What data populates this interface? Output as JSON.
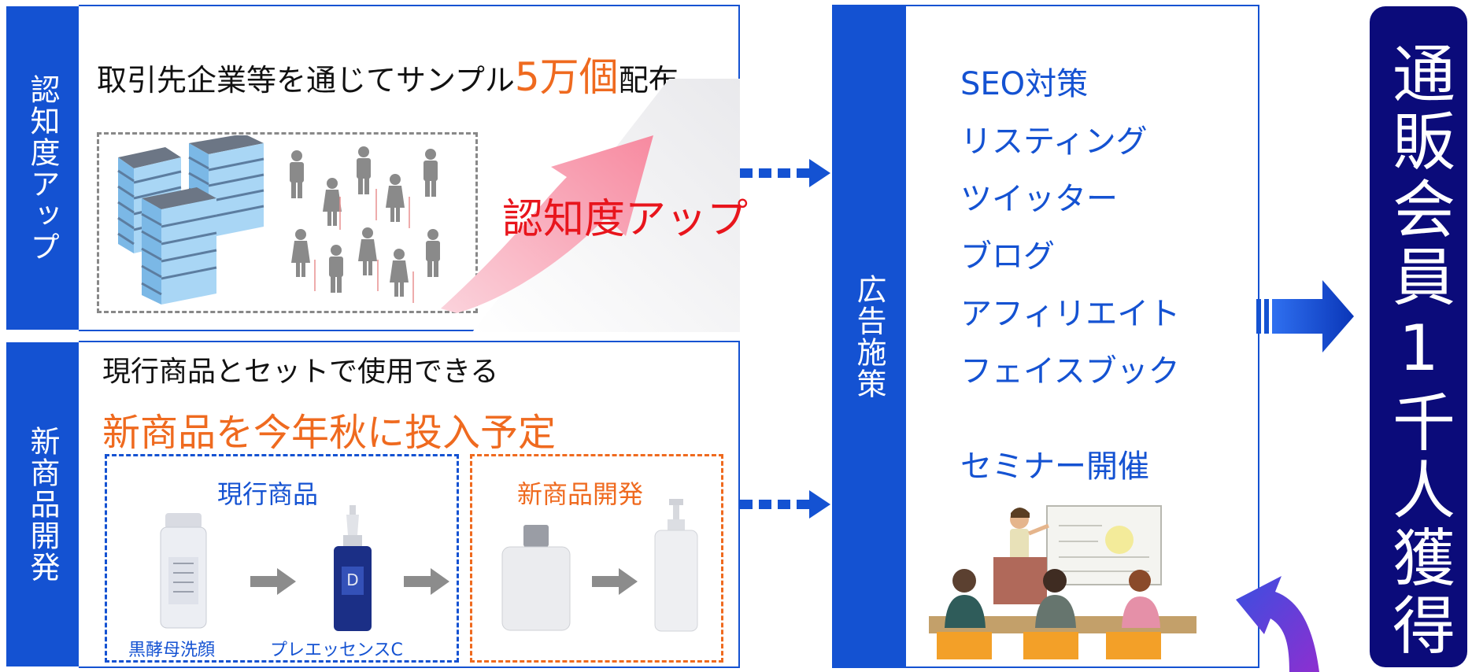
{
  "awareness": {
    "side_label": "認知度アップ",
    "headline_pre": "取引先企業等を通じてサンプル",
    "headline_num": "5万個",
    "headline_post": "配布",
    "arrow_text": "認知度アップ"
  },
  "new_product": {
    "side_label": "新商品開発",
    "line1": "現行商品とセットで使用できる",
    "line2": "新商品を今年秋に投入予定",
    "current_box_title": "現行商品",
    "new_box_title": "新商品開発",
    "product1_label": "黒酵母洗顔",
    "product2_label": "プレエッセンスC"
  },
  "ads": {
    "side_label": "広告施策",
    "items": [
      "SEO対策",
      "リスティング",
      "ツイッター",
      "ブログ",
      "アフィリエイト",
      "フェイスブック"
    ],
    "seminar": "セミナー開催"
  },
  "goal": {
    "text": "通販会員1千人獲得"
  },
  "colors": {
    "blue": "#1452d2",
    "orange": "#ef6a1f",
    "red": "#e8151c",
    "navy": "#0b0b7a"
  }
}
